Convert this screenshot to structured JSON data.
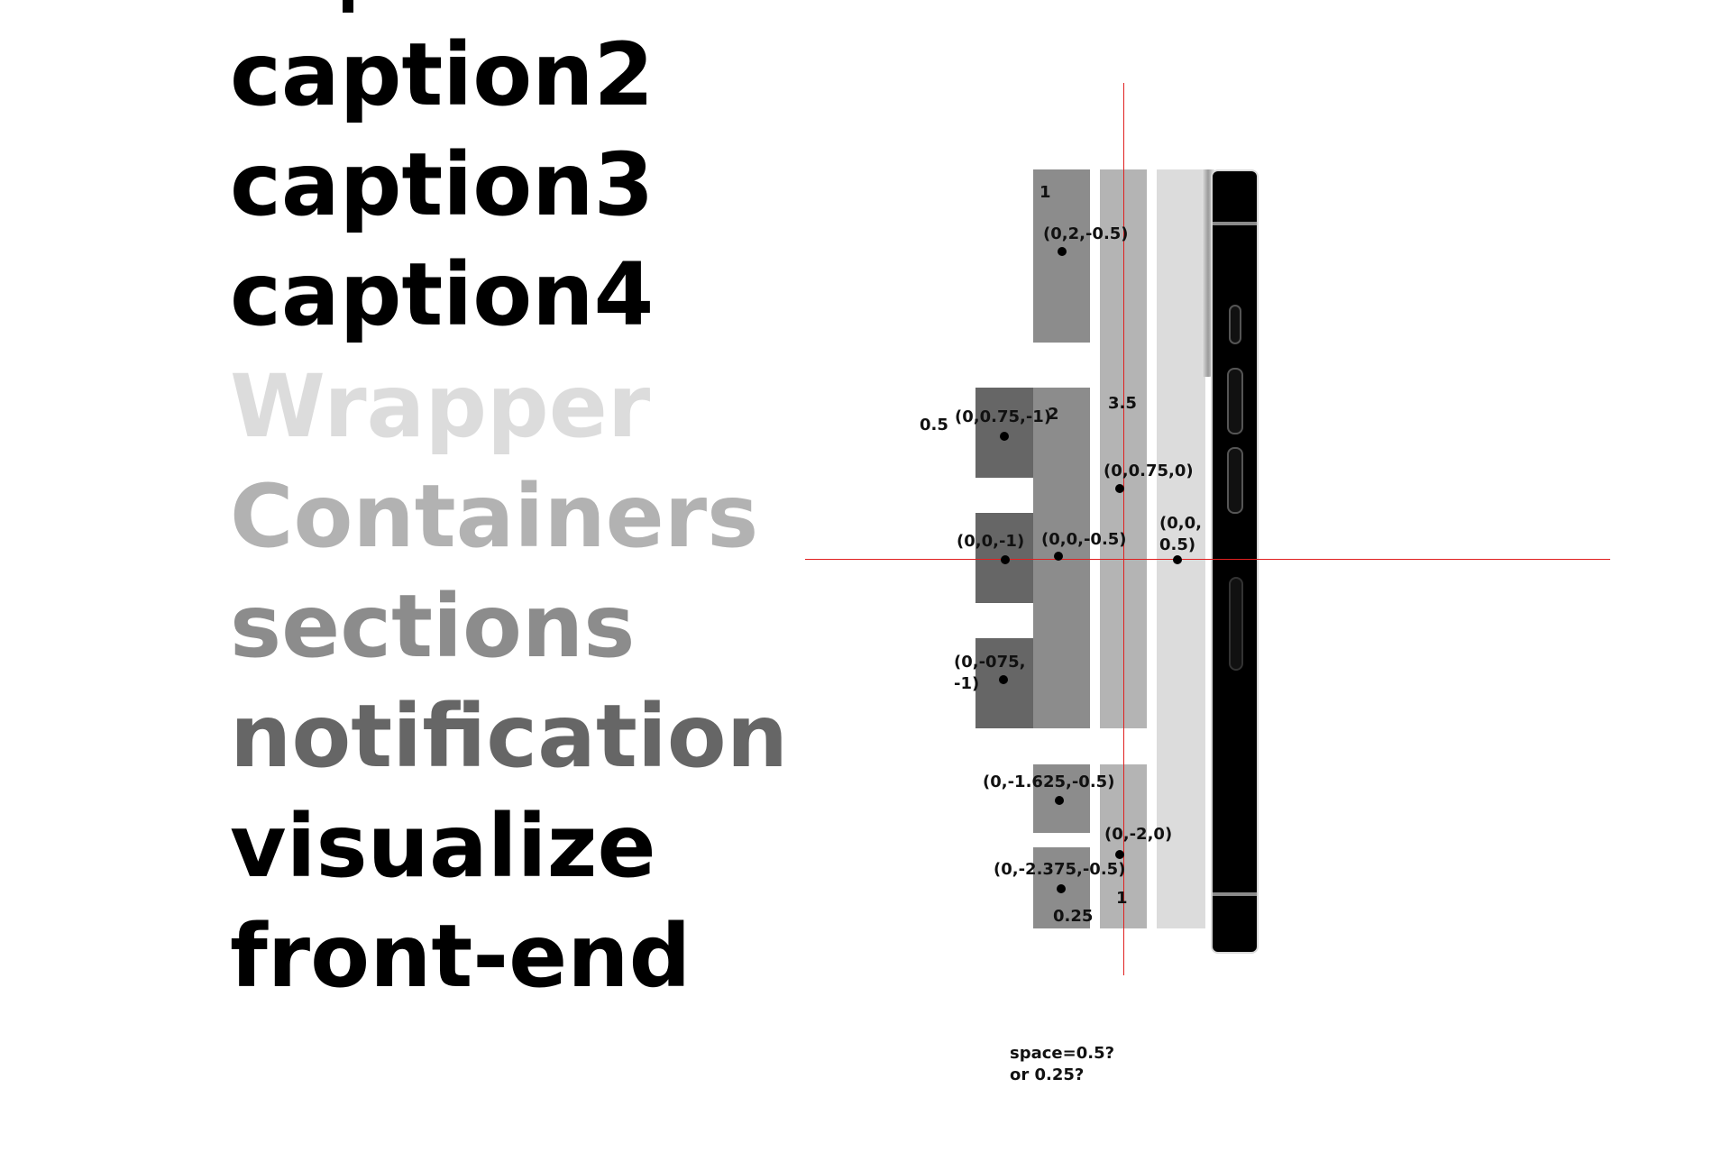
{
  "words": [
    {
      "text": "caption2",
      "color": "#000000"
    },
    {
      "text": "caption3",
      "color": "#000000"
    },
    {
      "text": "caption4",
      "color": "#000000"
    },
    {
      "text": "Wrapper",
      "color": "#dcdcdc"
    },
    {
      "text": "Containers",
      "color": "#b2b2b2"
    },
    {
      "text": "sections",
      "color": "#8c8c8c"
    },
    {
      "text": "notification",
      "color": "#666666"
    },
    {
      "text": "visualize",
      "color": "#000000"
    },
    {
      "text": "front-end",
      "color": "#000000"
    }
  ],
  "diagram": {
    "labels": {
      "top_block_index": "1",
      "top_block_coord": "(0,2,-0.5)",
      "offset_half": "0.5",
      "left_upper_coord": "(0,0.75,-1)",
      "middle_block_index": "2",
      "tall_height": "3.5",
      "tall_upper_coord": "(0,0.75,0)",
      "left_center_coord": "(0,0,-1)",
      "middle_center_coord": "(0,0,-0.5)",
      "back_center_coord_line1": "(0,0,",
      "back_center_coord_line2": "0.5)",
      "left_lower_coord_line1": "(0,-075,",
      "left_lower_coord_line2": "-1)",
      "bottom_upper_coord": "(0,-1.625,-0.5)",
      "tall_lower_coord": "(0,-2,0)",
      "bottom_lower_coord": "(0,-2.375,-0.5)",
      "tall_lower_height": "1",
      "bottom_gap": "0.25",
      "note_line1": "space=0.5?",
      "note_line2": "or 0.25?"
    },
    "colors": {
      "layer_dark": "#666666",
      "layer_mid": "#8c8c8c",
      "layer_light": "#b4b4b4",
      "layer_lightest": "#dcdcdc",
      "axis": "#e02020",
      "phone": "#000000"
    }
  }
}
